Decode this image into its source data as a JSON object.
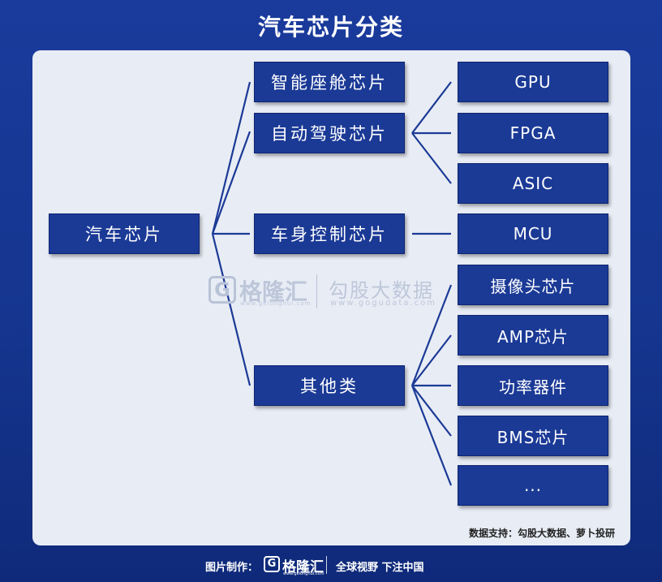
{
  "title": "汽车芯片分类",
  "root": "汽车芯片",
  "categories": [
    "智能座舱芯片",
    "自动驾驶芯片",
    "车身控制芯片",
    "其他类"
  ],
  "leaves": {
    "autonomous": [
      "GPU",
      "FPGA",
      "ASIC"
    ],
    "body_control": [
      "MCU"
    ],
    "others": [
      "摄像头芯片",
      "AMP芯片",
      "功率器件",
      "BMS芯片",
      "..."
    ]
  },
  "watermark": {
    "logo_letter": "G",
    "brand": "格隆汇",
    "brand_url": "www.gelonghui.com",
    "data_brand": "勾股大数据",
    "data_url": "www.gogudata.com"
  },
  "source": "数据支持：勾股大数据、萝卜投研",
  "footer": {
    "label": "图片制作：",
    "logo_letter": "G",
    "brand": "格隆汇",
    "brand_url": "www.gelonghui.com",
    "slogan": "全球视野 下注中国"
  },
  "colors": {
    "background": "#15358f",
    "panel": "#e8ecf5",
    "box": "#1b3a96",
    "lines": "#1b3a96"
  }
}
